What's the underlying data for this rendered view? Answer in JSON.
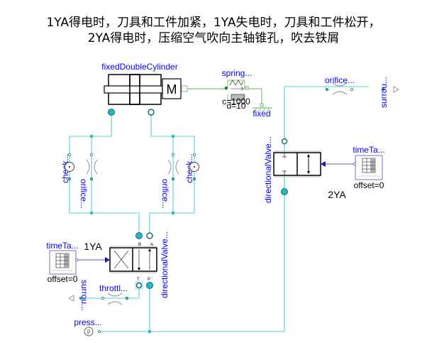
{
  "title": {
    "line1": "1YA得电时，刀具和工件加紧，1YA失电时，刀具和工件松开，",
    "line2": "2YA得电时，压缩空气吹向主轴锥孔，吹去铁屑"
  },
  "components": {
    "cylinder": {
      "label": "fixedDoubleCylinder",
      "motor_glyph": "M"
    },
    "spring": {
      "label": "spring...",
      "param_c": "c=1000",
      "param_d": "d=10"
    },
    "fixed": {
      "label": "fixed"
    },
    "orifice_top": {
      "label": "orifice..."
    },
    "surrounding_top": {
      "label": "surrou..."
    },
    "check_left": {
      "label": "check..."
    },
    "orifice_left": {
      "label": "orifice..."
    },
    "orifice_right": {
      "label": "orifice..."
    },
    "check_right": {
      "label": "check..."
    },
    "valve2": {
      "label": "directionalValve...",
      "coil": "2YA"
    },
    "timetable_right": {
      "label": "timeTa...",
      "param": "offset=0"
    },
    "timetable_left": {
      "label": "timeTa...",
      "param": "offset=0"
    },
    "valve1": {
      "label": "directionalValve...",
      "coil": "1YA",
      "port_a": "A",
      "port_b": "B",
      "port_t": "T",
      "port_p": "P"
    },
    "throttle": {
      "label": "throttl..."
    },
    "surrounding_bottom": {
      "label": "surrou..."
    },
    "pressure_source": {
      "label": "press...",
      "glyph": "P"
    }
  },
  "colors": {
    "wire": "#8fdde0",
    "connector": "#1fb9c4",
    "label": "#0000ff",
    "mechanical": "#7fc27f"
  }
}
